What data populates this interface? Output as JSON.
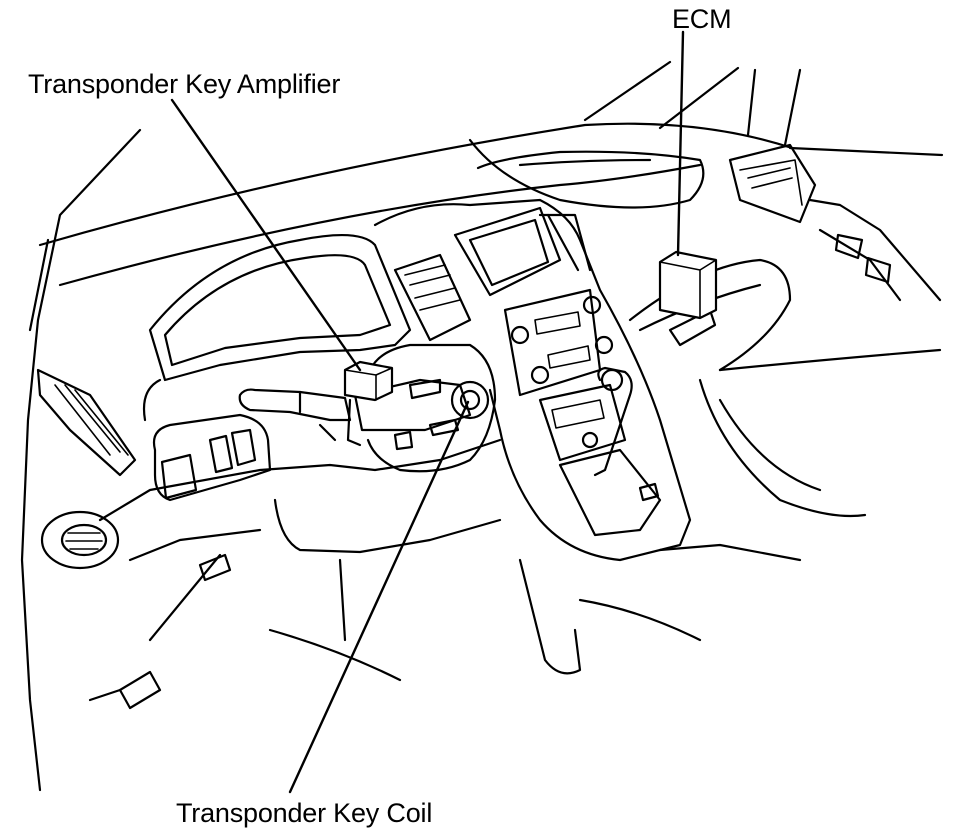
{
  "labels": {
    "ecm": "ECM",
    "amplifier": "Transponder Key Amplifier",
    "coil": "Transponder Key Coil"
  }
}
